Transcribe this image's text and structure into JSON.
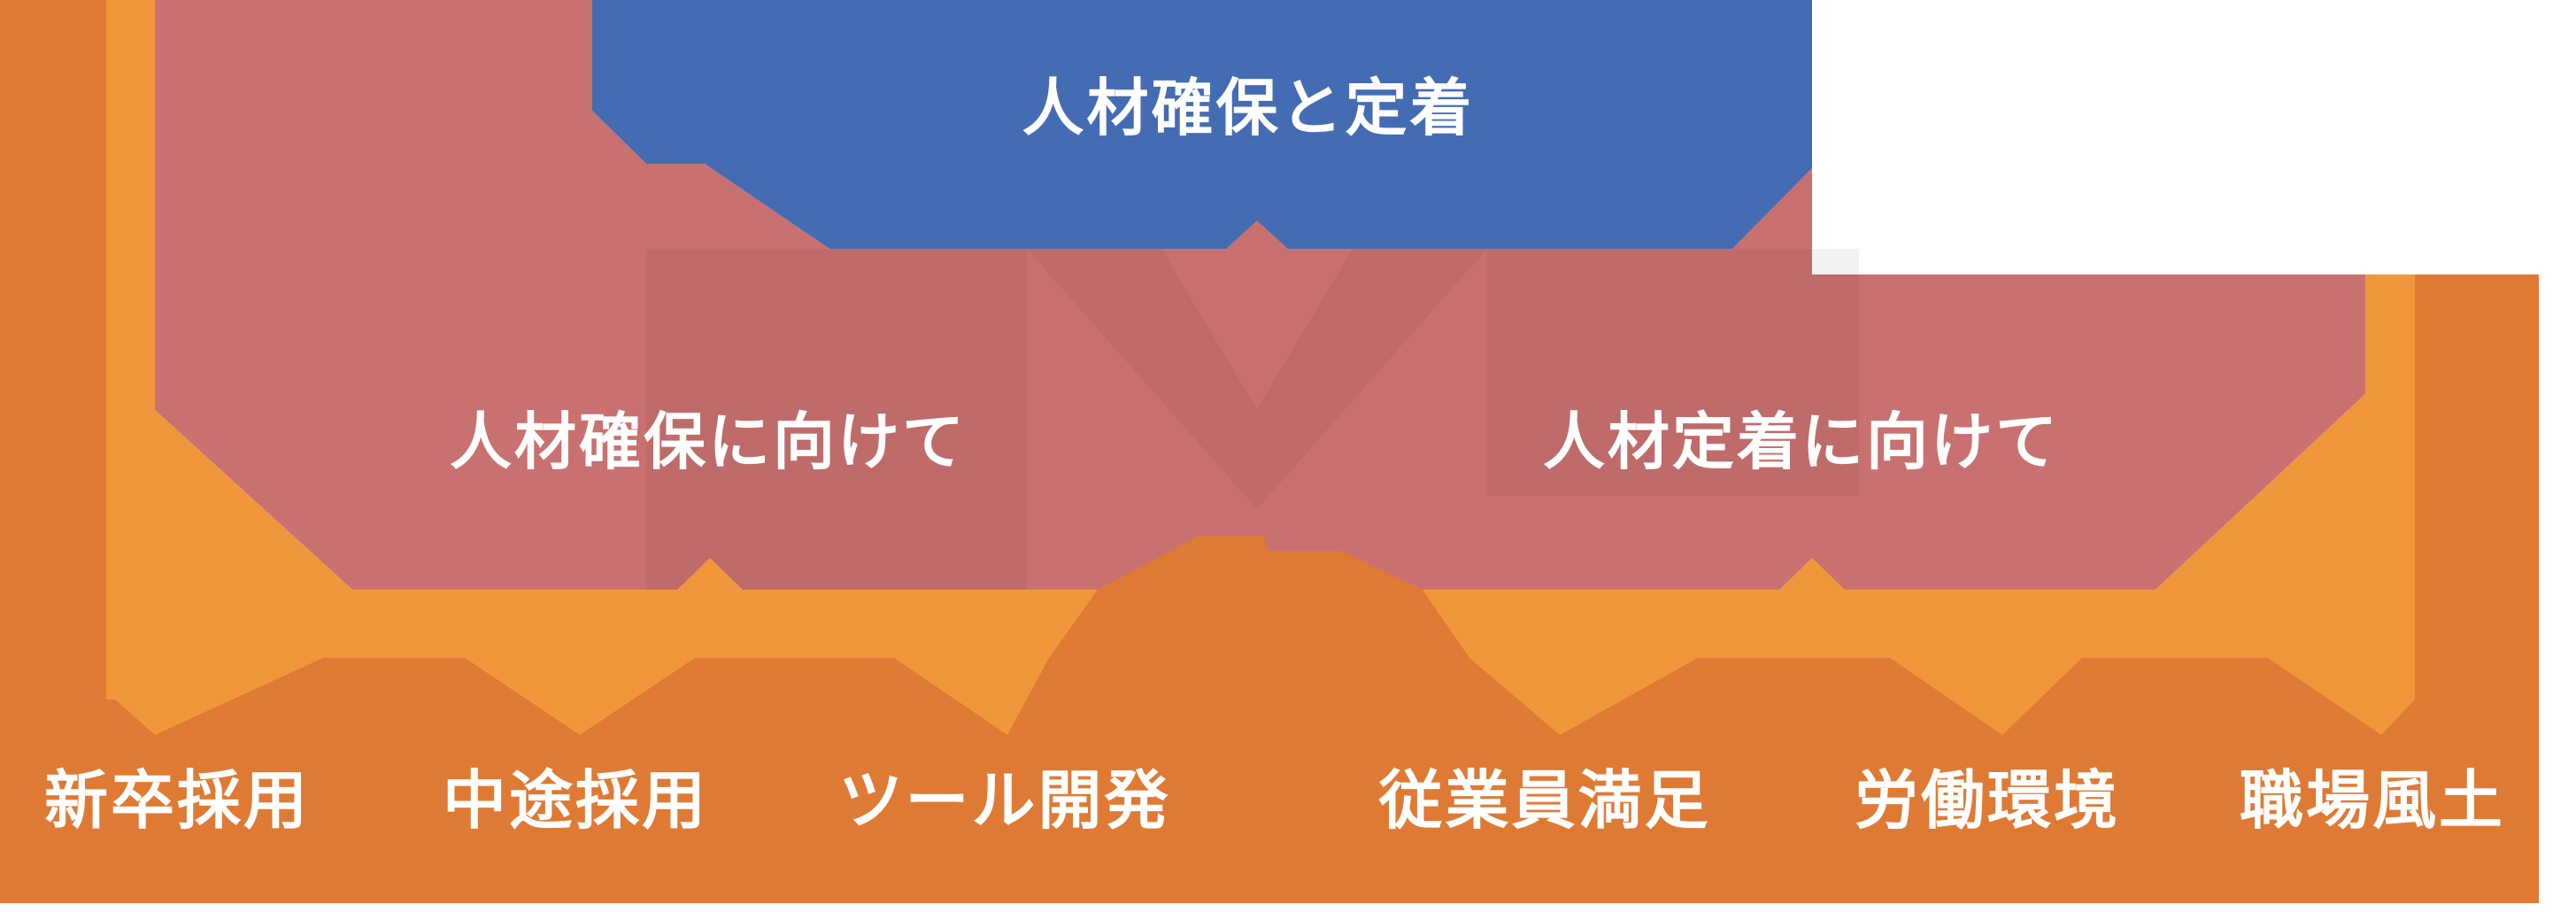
{
  "diagram": {
    "title": "人材確保と定着",
    "mid_items": [
      {
        "label": "人材確保に向けて"
      },
      {
        "label": "人材定着に向けて"
      }
    ],
    "bottom_items": [
      {
        "label": "新卒採用"
      },
      {
        "label": "中途採用"
      },
      {
        "label": "ツール開発"
      },
      {
        "label": "従業員満足"
      },
      {
        "label": "労働環境"
      },
      {
        "label": "職場風土"
      }
    ],
    "colors": {
      "blue": "#446CB3",
      "salmon": "#C97170",
      "orange_dark": "#DF7A34",
      "orange_light": "#F0973C",
      "text": "#FFFFFF",
      "background": "#FFFFFF"
    }
  }
}
